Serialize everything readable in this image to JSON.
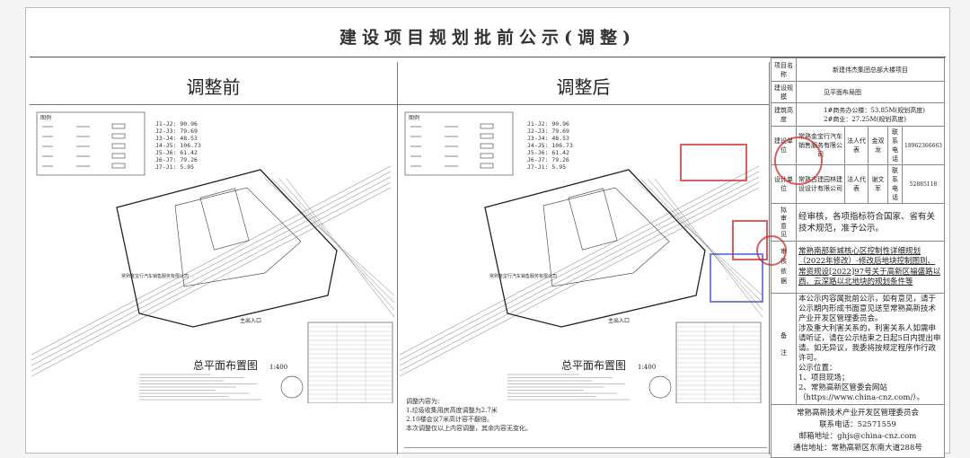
{
  "title": "建设项目规划批前公示(调整)",
  "before": {
    "heading": "调整前"
  },
  "after": {
    "heading": "调整后"
  },
  "plan": {
    "legend_title": "图例",
    "j_values": [
      "J1-J2: 90.96",
      "J2-J3: 79.69",
      "J3-J4: 48.53",
      "J4-J5: 106.73",
      "J5-J6: 61.42",
      "J6-J7: 79.26",
      "J7-J1: 5.95"
    ],
    "plan_title": "总平面布置图",
    "scale": "1:400",
    "entrance": "主出入口",
    "company_label": "常熟金宝行汽车销售服务有限公司"
  },
  "adjust_notes": [
    "调整内容为:",
    "1.垃圾收集用房高度调整为2.7米",
    "2.10楼会议7米高计容不翻倍。",
    "本次调整仅以上内容调整，其余内容无变化。"
  ],
  "info": {
    "project_name_label": "项目名称",
    "project_name": "新建伟杰集团总部大楼项目",
    "scale_label": "建设规模",
    "scale": "见平面布局图",
    "height_label": "建筑高度",
    "height": [
      "1#商务办公楼：53.85M(规划高度)",
      "2#商业：27.25M(规划高度)"
    ],
    "builder_label": "建设单位",
    "builder": "常熟金宝行汽车销售服务有限公司",
    "builder_rep_label": "法人代表",
    "builder_rep": "金双龙",
    "builder_phone_label": "联系电话",
    "builder_phone": "18962366663",
    "designer_label": "设计单位",
    "designer": "常熟古建园林建设设计有限公司",
    "designer_rep_label": "法人代表",
    "designer_rep": "谢文军",
    "designer_phone_label": "联系电话",
    "designer_phone": "52885118",
    "opinion_label": "拟审意见",
    "opinion": "经审核，各项指标符合国家、省有关技术规范，准予公示。",
    "basis_label": "审核依据",
    "basis": "常熟南部新城核心区控制性详细规划（2022年修改）-修改后地块控制图则、常资规设[2022]97号关于高新区福盛路以西、云深路以北地块的规划条件等",
    "remark_label": "备注",
    "remark": [
      "本公示内容属批前公示，如有意见，请于公示期内形成书面意见送至常熟高新技术产业开发区管理委员会。",
      "涉及重大利害关系的，利害关系人如需申请听证，请在公示结束之日起5日内提出申请。如无异议，我委将按规定程序作行政许可。",
      "公示位置：",
      "1、项目现场；",
      "2、常熟高新区管委会网站",
      "（https://www.china-cnz.com/）。"
    ],
    "authority": "常熟高新技术产业开发区管理委员会",
    "phone": "联系电话：52571559",
    "email": "邮箱地址：ghjs@china-cnz.com",
    "address": "通信地址：常熟高新区东南大道288号"
  },
  "colors": {
    "stamp": "#d22828",
    "blue_stamp": "#3c50c8"
  }
}
